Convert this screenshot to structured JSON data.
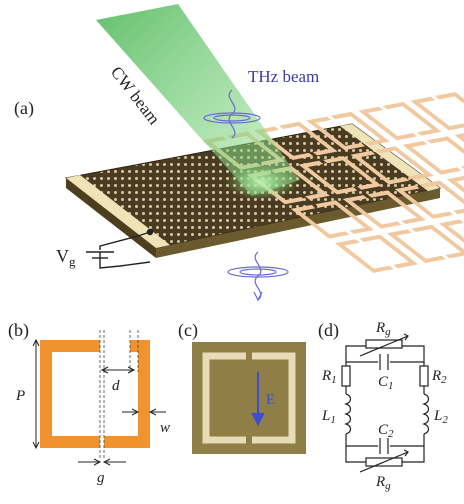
{
  "panels": {
    "a": {
      "label": "(a)",
      "cw_beam": "CW beam",
      "thz_beam": "THz beam",
      "gate_voltage": "V",
      "gate_voltage_sub": "g"
    },
    "b": {
      "label": "(b)",
      "P": "P",
      "d": "d",
      "w": "w",
      "g": "g"
    },
    "c": {
      "label": "(c)",
      "E": "E"
    },
    "d": {
      "label": "(d)",
      "R1": "R",
      "R1_sub": "1",
      "R2": "R",
      "R2_sub": "2",
      "C1": "C",
      "C1_sub": "1",
      "C2": "C",
      "C2_sub": "2",
      "L1": "L",
      "L1_sub": "1",
      "L2": "L",
      "L2_sub": "2",
      "Rg_top": "R",
      "Rg_top_sub": "g",
      "Rg_bot": "R",
      "Rg_bot_sub": "g"
    }
  },
  "colors": {
    "srr_orange": "#f0922e",
    "board_dark": "#5a4a2a",
    "beam_green": "#5fc85a",
    "thz_purple": "#6a6ad8",
    "photo_bg": "#8f7e45",
    "photo_ring": "#e8dcb8",
    "field_arrow": "#3a4fd0"
  }
}
